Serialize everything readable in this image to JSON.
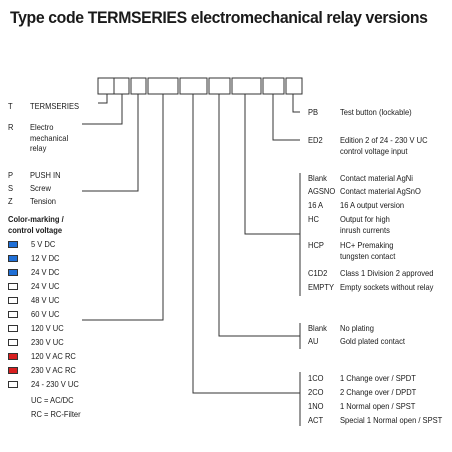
{
  "title": "Type code TERMSERIES electromechanical relay versions",
  "left": {
    "series": [
      {
        "code": "T",
        "desc": "TERMSERIES"
      },
      {
        "code": "R",
        "desc": "Electro mechanical relay"
      }
    ],
    "connection": [
      {
        "code": "P",
        "desc": "PUSH IN"
      },
      {
        "code": "S",
        "desc": "Screw"
      },
      {
        "code": "Z",
        "desc": "Tension"
      }
    ],
    "voltage_heading": "Color-marking / control voltage",
    "voltages": [
      {
        "label": "5 V DC",
        "color": "#1f6fd6"
      },
      {
        "label": "12 V DC",
        "color": "#1f6fd6"
      },
      {
        "label": "24 V DC",
        "color": "#1f6fd6"
      },
      {
        "label": "24 V UC",
        "color": "#ffffff"
      },
      {
        "label": "48 V UC",
        "color": "#ffffff"
      },
      {
        "label": "60 V UC",
        "color": "#ffffff"
      },
      {
        "label": "120 V UC",
        "color": "#ffffff"
      },
      {
        "label": "230 V UC",
        "color": "#ffffff"
      },
      {
        "label": "120 V AC RC",
        "color": "#d81f1f"
      },
      {
        "label": "230 V AC RC",
        "color": "#d81f1f"
      },
      {
        "label": "24 - 230 V UC",
        "color": "#ffffff"
      }
    ],
    "notes": [
      "UC = AC/DC",
      "RC = RC-Filter"
    ]
  },
  "right": {
    "test_button": {
      "code": "PB",
      "desc": "Test button (lockable)"
    },
    "edition": {
      "code": "ED2",
      "desc": "Edition 2 of 24 - 230 V UC control voltage input"
    },
    "contacts": [
      {
        "code": "Blank",
        "desc": "Contact material AgNi"
      },
      {
        "code": "AGSNO",
        "desc": "Contact material AgSnO"
      },
      {
        "code": "16 A",
        "desc": "16 A output version"
      },
      {
        "code": "HC",
        "desc": "Output for high inrush currents"
      },
      {
        "code": "HCP",
        "desc": "HC+ Premaking tungsten contact"
      },
      {
        "code": "C1D2",
        "desc": "Class 1 Division 2 approved"
      },
      {
        "code": "EMPTY",
        "desc": "Empty sockets without relay"
      }
    ],
    "plating": [
      {
        "code": "Blank",
        "desc": "No plating"
      },
      {
        "code": "AU",
        "desc": "Gold plated contact"
      }
    ],
    "contact_types": [
      {
        "code": "1CO",
        "desc": "1 Change over / SPDT"
      },
      {
        "code": "2CO",
        "desc": "2 Change over / DPDT"
      },
      {
        "code": "1NO",
        "desc": "1 Normal open / SPST"
      },
      {
        "code": "ACT",
        "desc": "Special 1 Normal open / SPST"
      }
    ]
  }
}
